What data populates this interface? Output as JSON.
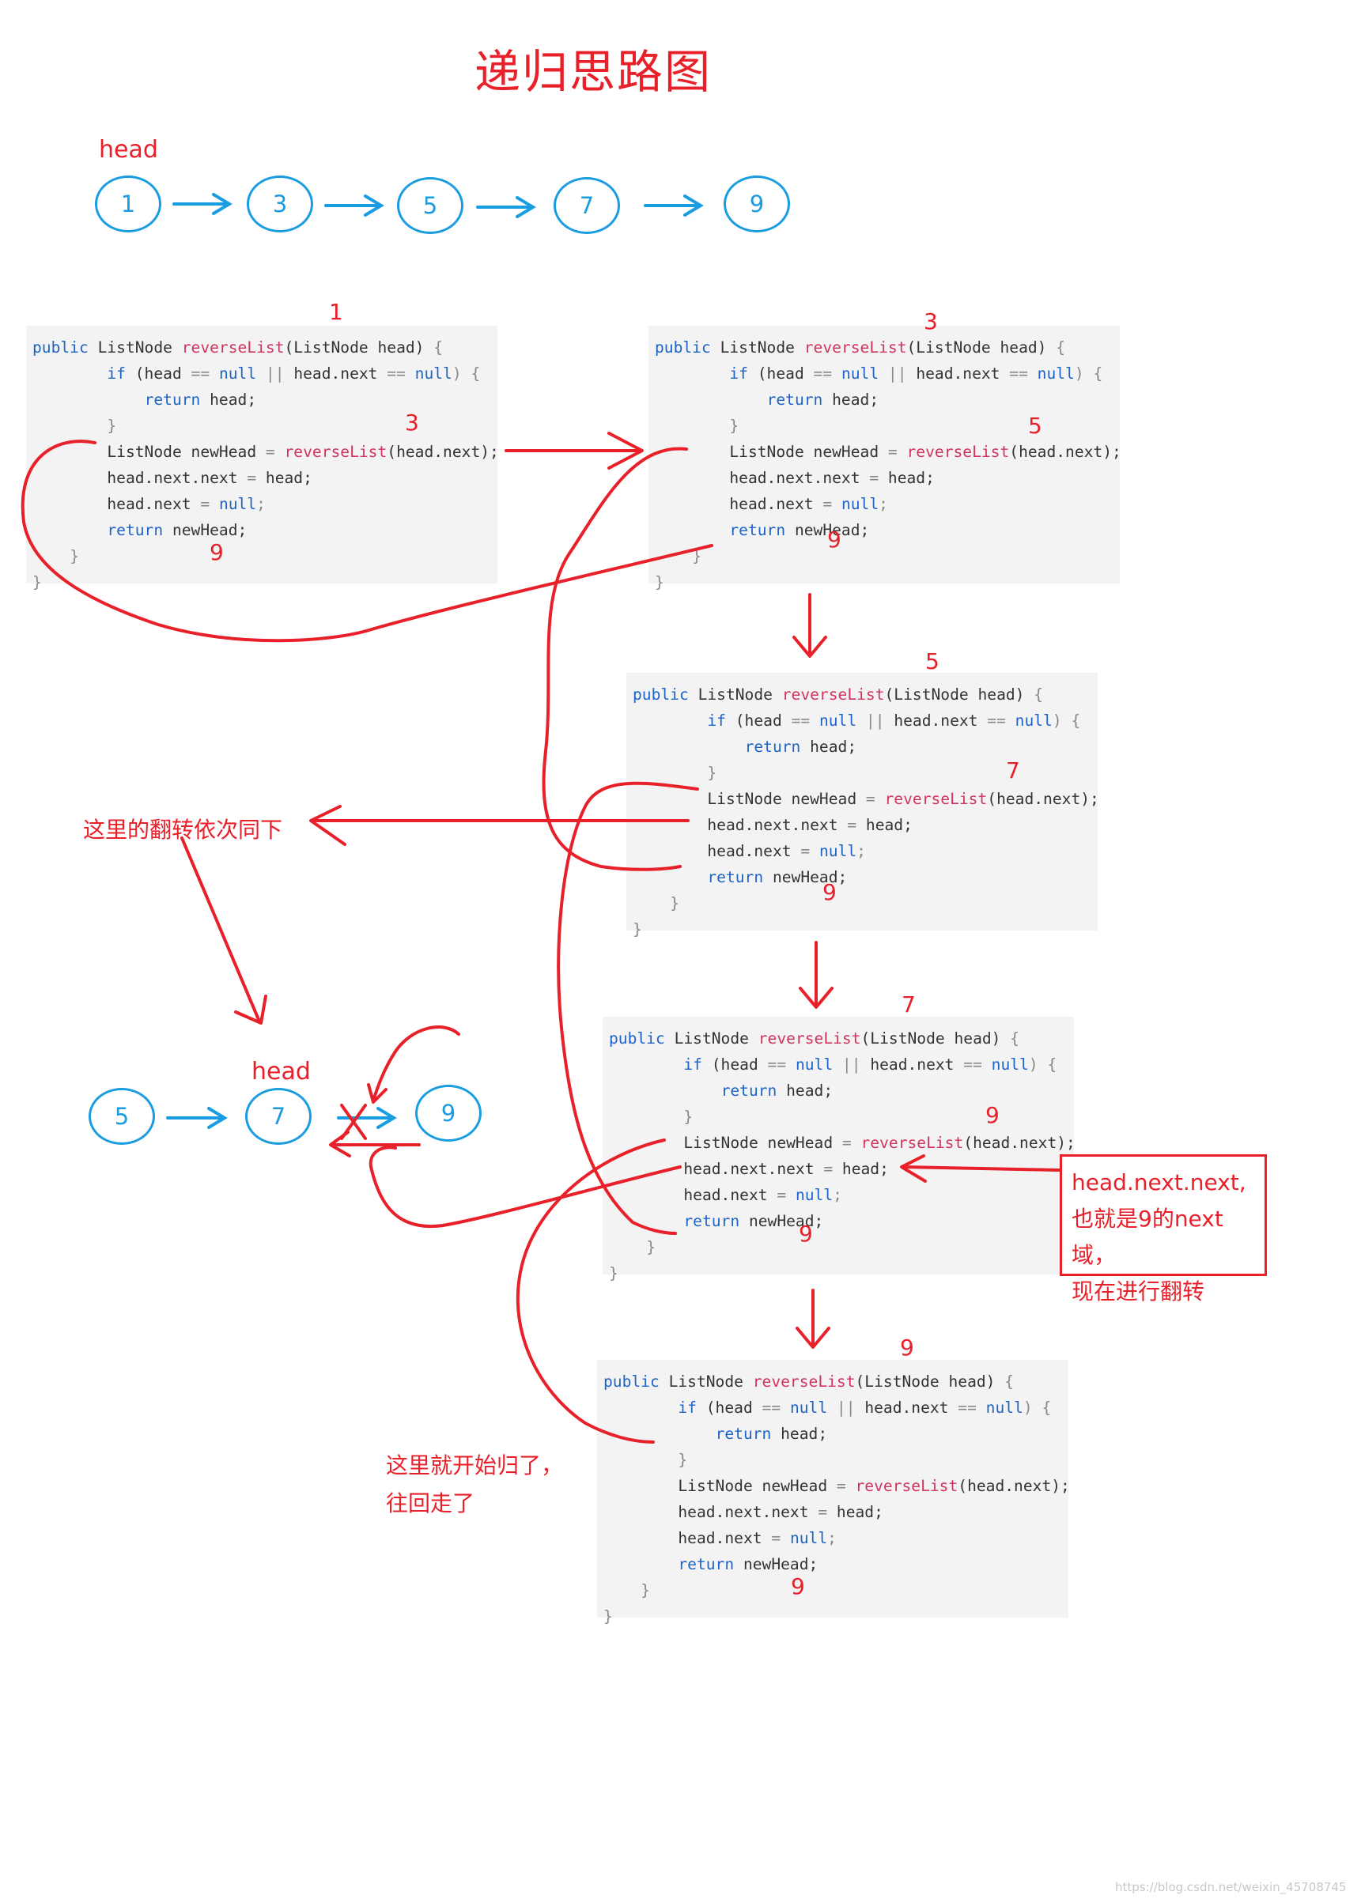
{
  "title": "递归思路图",
  "top_list": {
    "head_label": "head",
    "nodes": [
      "1",
      "3",
      "5",
      "7",
      "9"
    ]
  },
  "code_template": {
    "line1_kw": "public",
    "line1_type": "ListNode",
    "line1_fn": "reverseList",
    "line1_param": "(ListNode head)",
    "line1_brace": " {",
    "if_kw": "if",
    "if_cond_a": "(head",
    "op_eq": "==",
    "null": "null",
    "op_or": "||",
    "if_cond_b": "head.next",
    "if_end": ") {",
    "return_kw": "return",
    "return_head": "head;",
    "close_brace": "}",
    "new_head_decl": "ListNode newHead",
    "assign": "=",
    "call_arg": "(head.next);",
    "line_next_next": "head.next.next",
    "line_next": "head.next",
    "head_semi": "head;",
    "return_new": "newHead;"
  },
  "frames": [
    {
      "top": "1",
      "call": "3",
      "ret": "9"
    },
    {
      "top": "3",
      "call": "5",
      "ret": "9"
    },
    {
      "top": "5",
      "call": "7",
      "ret": "9"
    },
    {
      "top": "7",
      "call": "9",
      "ret": "9"
    },
    {
      "top": "9",
      "call": "",
      "ret": "9"
    }
  ],
  "bottom_list": {
    "head_label": "head",
    "nodes": [
      "5",
      "7",
      "9"
    ]
  },
  "annotations": {
    "same_below": "这里的翻转依次同下",
    "start_return_l1": "这里就开始归了，",
    "start_return_l2": "往回走了",
    "box_l1": "head.next.next,",
    "box_l2": "也就是9的next域，",
    "box_l3": "现在进行翻转"
  },
  "watermark": "https://blog.csdn.net/weixin_45708745",
  "colors": {
    "red": "#e8202a",
    "blue": "#1a9ce0",
    "code_bg": "#f3f3f3"
  }
}
